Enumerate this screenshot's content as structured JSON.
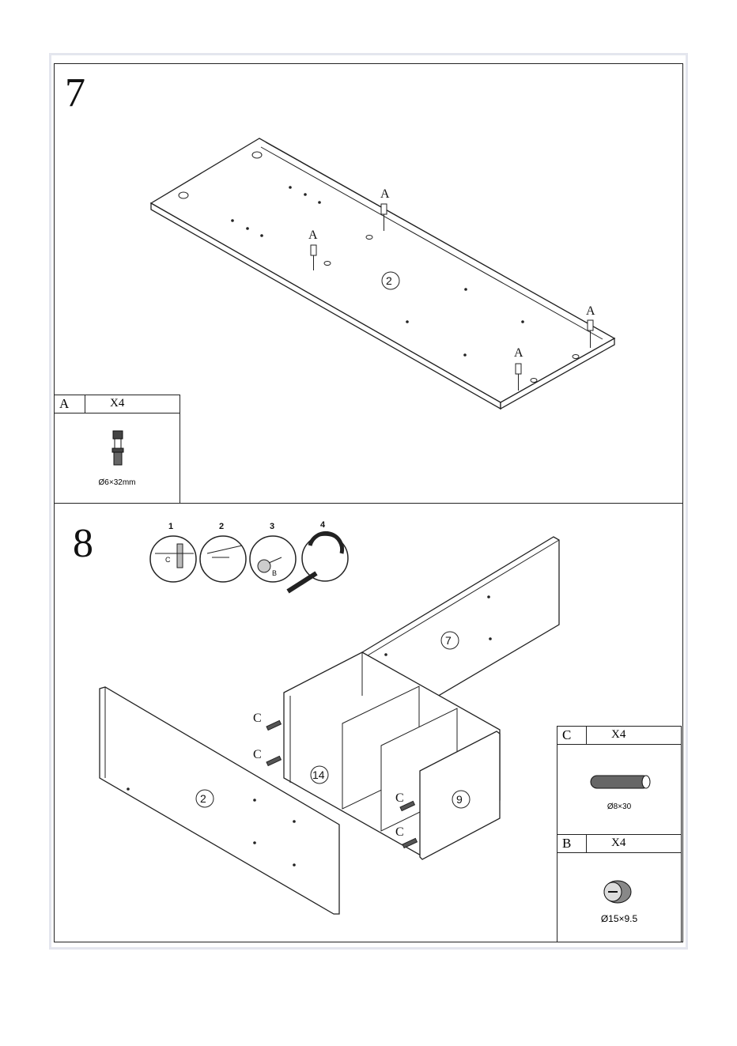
{
  "step7": {
    "number": "7",
    "part_label": "2",
    "callout_letter": "A",
    "hardware": {
      "letter": "A",
      "count": "X4",
      "size": "Ø6×32mm"
    }
  },
  "step8": {
    "number": "8",
    "substeps": [
      "1",
      "2",
      "3",
      "4"
    ],
    "substep_letters": {
      "c": "C",
      "b": "B"
    },
    "parts": {
      "p7": "7",
      "p2": "2",
      "p14": "14",
      "p9": "9"
    },
    "callout_letter": "C",
    "hardware": [
      {
        "letter": "C",
        "count": "X4",
        "size": "Ø8×30"
      },
      {
        "letter": "B",
        "count": "X4",
        "size": "Ø15×9.5"
      }
    ]
  }
}
